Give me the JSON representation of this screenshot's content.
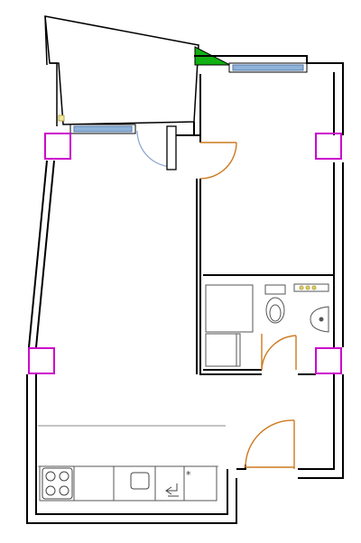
{
  "plan": {
    "colors": {
      "wall": "#000000",
      "window": "#8fb3d9",
      "door_entry": "#cc7a1f",
      "door_balcony": "#8fa8d0",
      "column": "#cc00cc",
      "plant": "#12b012",
      "fixture": "#555555",
      "countertop": "#888888"
    },
    "rooms": [
      "balcony",
      "living-kitchen",
      "bedroom",
      "bathroom",
      "entry-hall"
    ],
    "icons": {
      "stove": "stove-icon",
      "sink": "kitchen-sink-icon",
      "fridge_symbol": "asterisk-icon",
      "dishwasher_symbol": "dishwasher-icon"
    },
    "appliance_symbol": "*"
  }
}
